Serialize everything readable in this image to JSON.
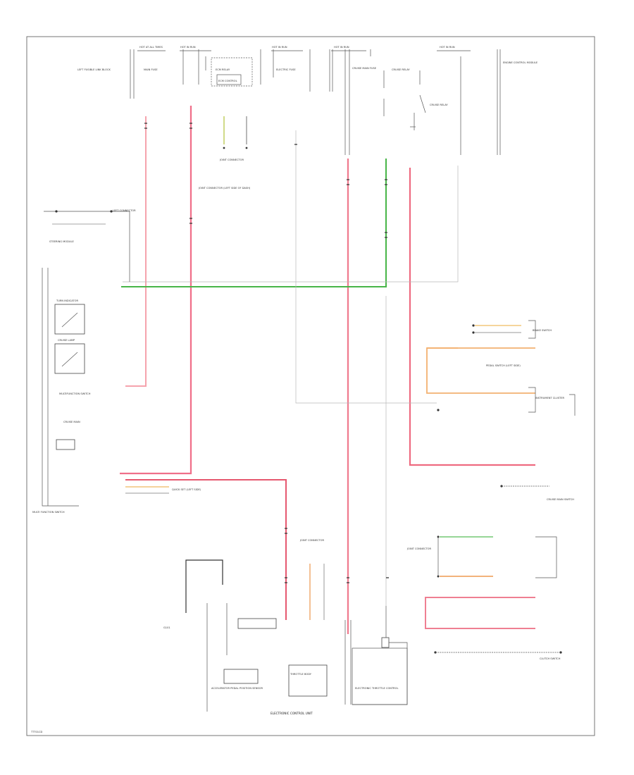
{
  "diagram": {
    "footer_code": "TTT01CD",
    "labels": {
      "top_hot_at_all_times_1": "HOT AT ALL TIMES",
      "top_hot_in_run_1": "HOT IN RUN",
      "top_hot_in_run_2": "HOT IN RUN",
      "top_hot_in_run_3": "HOT IN RUN",
      "top_hot_in_run_4": "HOT IN RUN",
      "left_fusible": "LEFT FUSIBLE LINK BLOCK",
      "ecm_relay": "ECM RELAY",
      "ecm_control": "ECM CONTROL",
      "main_fuse_1": "MAIN FUSE",
      "electric_fuse": "ELECTRIC FUSE",
      "cruise_relay": "CRUISE RELAY",
      "cruise_main_fuse": "CRUISE MAIN FUSE",
      "cruise_relay_2": "CRUISE RELAY",
      "engine_control": "ENGINE CONTROL MODULE",
      "joint_connector_1": "JOINT CONNECTOR",
      "joint_connector_2": "JOINT CONNECTOR (LEFT SIDE OF DASH)",
      "left_connector": "LEFT CONNECTOR",
      "steering_module": "STEERING MODULE",
      "turn_indicator": "TURN INDICATOR",
      "cruise_lamp": "CRUISE LAMP",
      "multifunction_switch": "MULTIFUNCTION SWITCH",
      "multifunction_switch_2": "MULTI FUNCTION SWITCH",
      "cruise_main": "CRUISE MAIN",
      "quick_set": "QUICK SET (LEFT SIDE)",
      "brake_switch": "BRAKE SWITCH",
      "pedal_switch": "PEDAL SWITCH (LEFT SIDE)",
      "instrument_cluster": "INSTRUMENT CLUSTER",
      "cruise_main_switch": "CRUISE MAIN SWITCH",
      "joint_connector_3": "JOINT CONNECTOR",
      "joint_connector_4": "JOINT CONNECTOR",
      "ground_1": "G101",
      "accel_pedal": "ACCELERATOR PEDAL POSITION SENSOR",
      "throttle_body": "THROTTLE BODY",
      "electronic_throttle": "ELECTRONIC THROTTLE CONTROL",
      "clutch_switch": "CLUTCH SWITCH",
      "main_label_bottom": "ELECTRONIC CONTROL UNIT"
    }
  }
}
